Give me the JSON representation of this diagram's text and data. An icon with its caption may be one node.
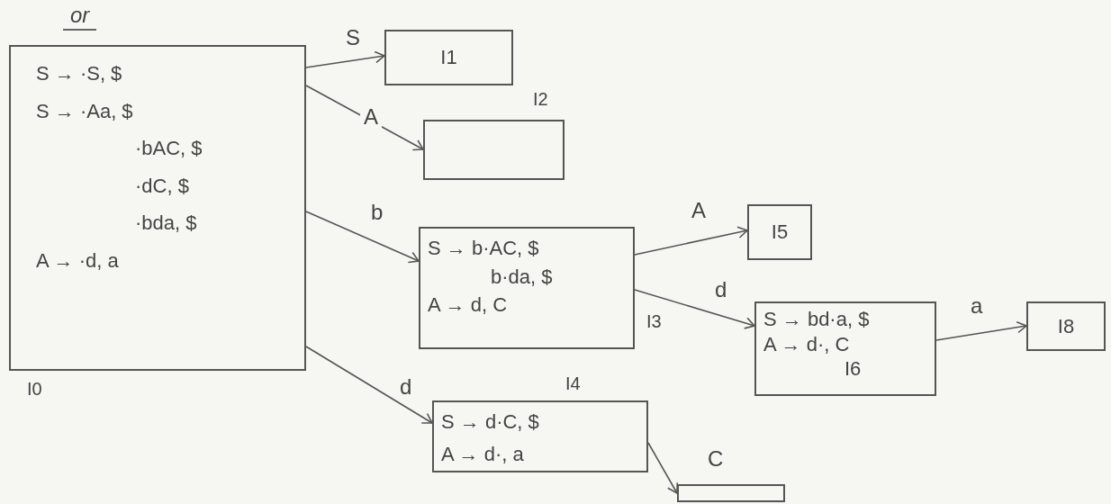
{
  "diagram": {
    "nodes": [
      {
        "text": [
          "S → ·S, $",
          "S → ·Aa, $",
          "·bAC, $",
          "·dC, $",
          "·bda, $",
          "A → ·d, a"
        ],
        "beside": [
          "I0"
        ]
      },
      {
        "text": [
          "I1"
        ]
      },
      {
        "text": [],
        "shape": "box",
        "beside": [
          "I2"
        ]
      },
      {
        "text": [
          "S → b·AC, $",
          "b·da, $",
          "A → d, C"
        ],
        "beside": [
          "I3"
        ]
      },
      {
        "text": [
          "S → d·C, $",
          "A → d·, a"
        ],
        "beside": [
          "I4"
        ]
      },
      {
        "text": [
          "I5"
        ]
      },
      {
        "text": [
          "S → bd·a, $",
          "A → d·, C",
          "I6"
        ]
      },
      {
        "text": [
          "I8"
        ]
      },
      {
        "text": [],
        "shape": "box"
      }
    ],
    "edges": [
      {
        "from": 0,
        "to": 1,
        "arrow": "to",
        "label": "S"
      },
      {
        "from": 0,
        "to": 2,
        "arrow": "to",
        "label": "A"
      },
      {
        "from": 0,
        "to": 3,
        "arrow": "to",
        "label": "b"
      },
      {
        "from": 0,
        "to": 4,
        "arrow": "to",
        "label": "d"
      },
      {
        "from": 3,
        "to": 5,
        "arrow": "to",
        "label": "A"
      },
      {
        "from": 3,
        "to": 6,
        "arrow": "to",
        "label": "d"
      },
      {
        "from": 6,
        "to": 7,
        "arrow": "to",
        "label": "a"
      },
      {
        "from": 4,
        "to": 8,
        "arrow": "to",
        "label": "C"
      }
    ],
    "labels": [
      "or"
    ]
  }
}
